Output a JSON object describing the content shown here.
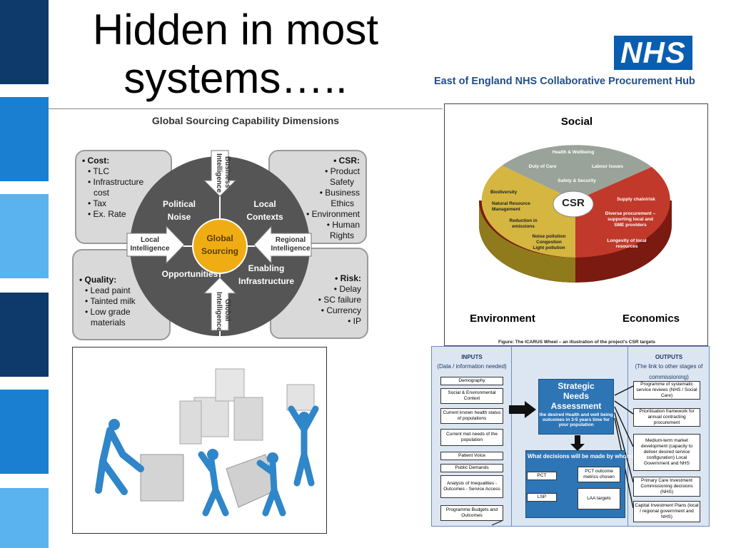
{
  "slide": {
    "title_line1": "Hidden in most",
    "title_line2": "systems….."
  },
  "nhs": {
    "logo_text": "NHS",
    "subtitle": "East of England NHS Collaborative Procurement Hub"
  },
  "global_sourcing": {
    "title": "Global Sourcing Capability Dimensions",
    "center": [
      "Global",
      "Sourcing"
    ],
    "quadrants": [
      "Political",
      "Noise",
      "Local",
      "Contexts",
      "Opportunities",
      "Enabling",
      "Infrastructure"
    ],
    "arrows": {
      "top": "Business Intelligence",
      "left": [
        "Local",
        "Intelligence"
      ],
      "right": [
        "Regional",
        "Intelligence"
      ],
      "bottom": "Global Intelligence"
    },
    "cost": {
      "heading": "• Cost:",
      "items": [
        "• TLC",
        "• Infrastructure",
        "cost",
        "• Tax",
        "• Ex. Rate"
      ]
    },
    "csr": {
      "heading": "• CSR:",
      "items": [
        "• Product",
        "Safety",
        "• Business",
        "Ethics",
        "• Environment",
        "• Human",
        "Rights"
      ]
    },
    "quality": {
      "heading": "• Quality:",
      "items": [
        "• Lead paint",
        "• Tainted milk",
        "• Low grade",
        "materials"
      ]
    },
    "risk": {
      "heading": "• Risk:",
      "items": [
        "• Delay",
        "• SC failure",
        "• Currency",
        "• IP"
      ]
    }
  },
  "csr_wheel": {
    "social": "Social",
    "environment": "Environment",
    "economics": "Economics",
    "center": "CSR",
    "social_items": [
      "Health & Wellbeing",
      "Duty of Care",
      "Labour Issues",
      "Safety & Security"
    ],
    "env_items": [
      "Biodiversity",
      "Natural Resource",
      "Management",
      "Reduction in",
      "emissions",
      "Noise pollution",
      "Congestion",
      "Light pollution"
    ],
    "econ_items": [
      "Supply chain/risk",
      "Diverse procurement –",
      "supporting local and",
      "SME providers",
      "Longevity of local",
      "resources"
    ],
    "caption": "Figure: The ICARUS Wheel – an illustration of the project's CSR targets",
    "colors": {
      "social": "#9aa39a",
      "environment": "#d4b640",
      "economics": "#c0392b"
    }
  },
  "needs": {
    "inputs_title": "INPUTS",
    "inputs_sub": "(Data / information needed)",
    "outputs_title": "OUTPUTS",
    "outputs_sub": [
      "(The link to other stages of",
      "commissioning)"
    ],
    "inputs": [
      "Demography",
      "Social & Environmental Context",
      "Current known health status of populations",
      "Current met needs of the population",
      "Patient Voice",
      "Public Demands",
      "Analysis of Inequalities - Outcomes - Service Access",
      "Programme Budgets and Outcomes"
    ],
    "sna_title": [
      "Strategic",
      "Needs",
      "Assessment"
    ],
    "sna_sub": "the desired Health and well being outcomes in 3-5 years time for your population",
    "decisions_title": "What decisions will be made by whom?",
    "pct": "PCT",
    "lsp": "LSP",
    "pct_out": "PCT outcome metrics chosen",
    "laa": "LAA targets",
    "outputs": [
      "Programme of systematic service reviews (NHS / Social Care)",
      "Prioritisation framework for annual contracting procurement",
      "Medium-term market development (capacity to deliver desired service configuration) Local Government and NHS",
      "Primary Care Investment Commissioning decisions (NHS)",
      "Capital Investment Plans (local / regional government and NHS)"
    ]
  },
  "colors": {
    "strip_dark": "#0d3a6b",
    "strip_mid": "#1a7fd1",
    "strip_light": "#5ab2ee",
    "nhs_blue": "#0a5eb0"
  }
}
